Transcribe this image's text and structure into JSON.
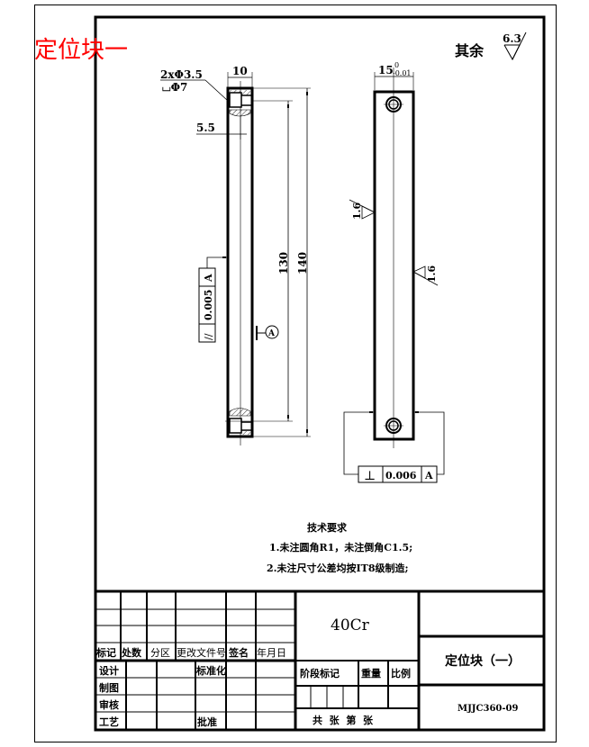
{
  "header": {
    "part_label": "定位块一",
    "part_label_color": "#ff0000",
    "surface_other_label": "其余",
    "surface_other_value": "6.3"
  },
  "side_view": {
    "hole_callout_line1": "2xΦ3.5",
    "hole_callout_line2": "⌴Φ7",
    "width_dim": "10",
    "offset_dim": "5.5",
    "hole_spacing_dim": "130",
    "overall_length_dim": "140",
    "parallelism": {
      "symbol": "//",
      "tolerance": "0.005",
      "datum": "A"
    },
    "datum_marker": "A"
  },
  "front_view": {
    "width_dim": "15",
    "tol_upper": "0",
    "tol_lower": "-0.01",
    "roughness_left": "1.6",
    "roughness_right": "1.6",
    "perpendicularity": {
      "symbol": "⊥",
      "tolerance": "0.006",
      "datum": "A"
    }
  },
  "notes": {
    "title": "技术要求",
    "items": [
      "1.未注圆角R1，未注倒角C1.5;",
      "2.未注尺寸公差均按IT8级制造;"
    ]
  },
  "title_block": {
    "revision_headers": [
      "标记",
      "处数",
      "分区",
      "更改文件号",
      "签名",
      "年月日"
    ],
    "role_labels": [
      "设计",
      "制图",
      "审核",
      "工艺"
    ],
    "standardization_label": "标准化",
    "approval_label": "批准",
    "material": "40Cr",
    "stage_mark_label": "阶段标记",
    "weight_label": "重量",
    "scale_label": "比例",
    "sheet_info": "共  张  第  张",
    "part_name": "定位块（一）",
    "drawing_number": "MJJC360-09"
  }
}
